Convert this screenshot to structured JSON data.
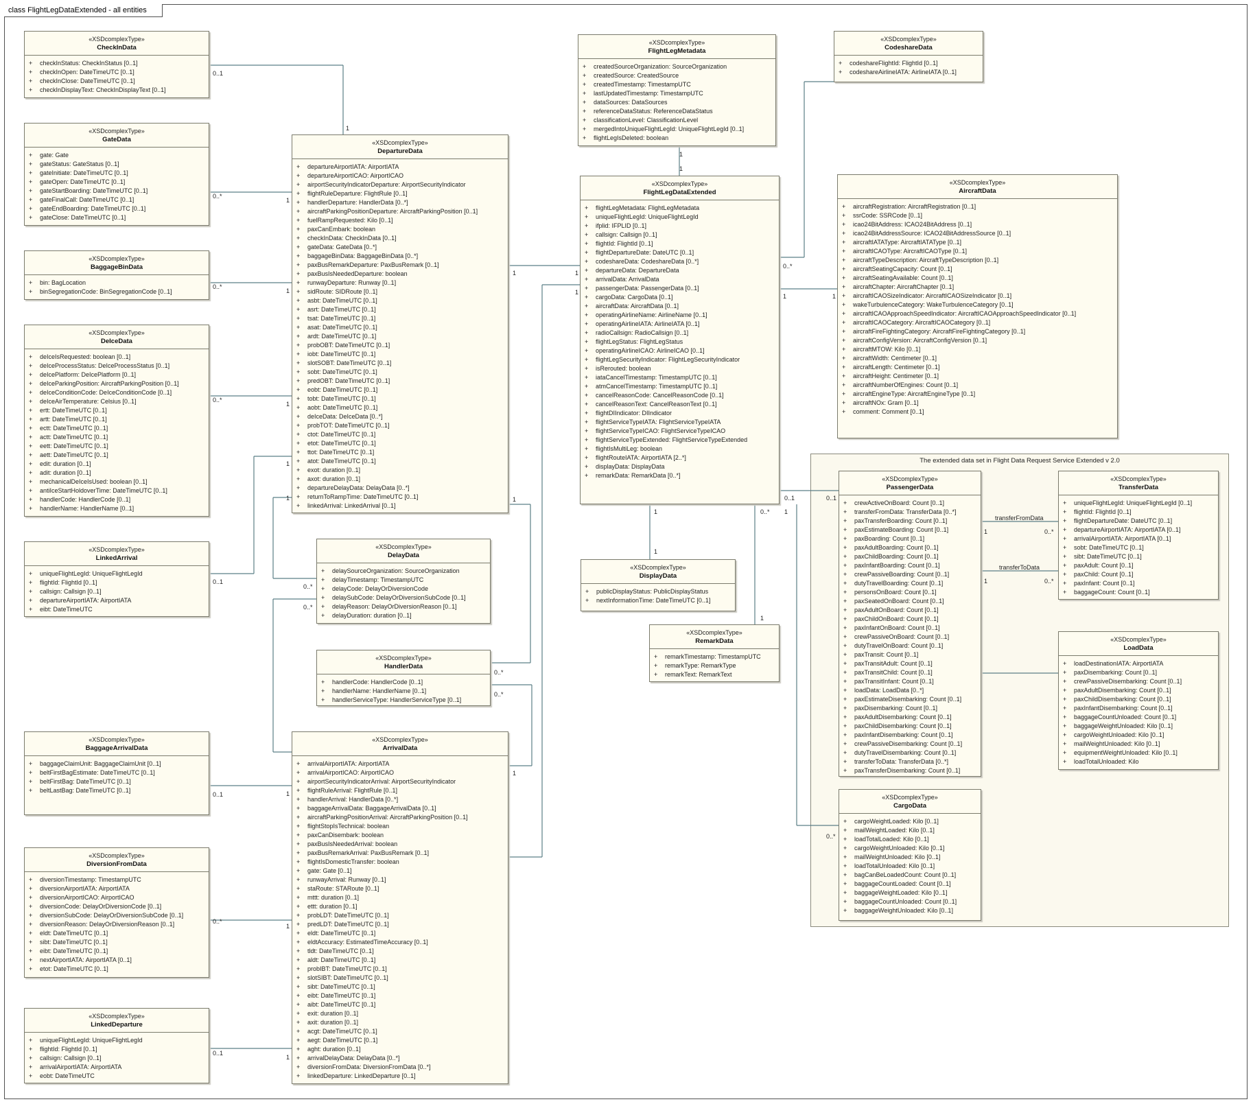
{
  "frame_title": "class FlightLegDataExtended - all entities",
  "group_title": "The extended data set in Flight Data Request Service Extended v 2.0",
  "stereotype": "«XSDcomplexType»",
  "classes": [
    {
      "id": "checkin",
      "name": "CheckInData",
      "attrs": [
        "checkInStatus: CheckInStatus [0..1]",
        "checkInOpen: DateTimeUTC [0..1]",
        "checkInClose: DateTimeUTC [0..1]",
        "checkInDisplayText: CheckInDisplayText [0..1]"
      ]
    },
    {
      "id": "gate",
      "name": "GateData",
      "attrs": [
        "gate: Gate",
        "gateStatus: GateStatus [0..1]",
        "gateInitiate: DateTimeUTC [0..1]",
        "gateOpen: DateTimeUTC [0..1]",
        "gateStartBoarding: DateTimeUTC [0..1]",
        "gateFinalCall: DateTimeUTC [0..1]",
        "gateEndBoarding: DateTimeUTC [0..1]",
        "gateClose: DateTimeUTC [0..1]"
      ]
    },
    {
      "id": "baggagebin",
      "name": "BaggageBinData",
      "attrs": [
        "bin: BagLocation",
        "binSegregationCode: BinSegregationCode [0..1]"
      ]
    },
    {
      "id": "deice",
      "name": "DeIceData",
      "attrs": [
        "deIceIsRequested: boolean [0..1]",
        "deIceProcessStatus: DeIceProcessStatus [0..1]",
        "deIcePlatform: DeIcePlatform [0..1]",
        "deIceParkingPosition: AircraftParkingPosition [0..1]",
        "deIceConditionCode: DeIceConditionCode [0..1]",
        "deIceAirTemperature: Celsius [0..1]",
        "ertt: DateTimeUTC [0..1]",
        "artt: DateTimeUTC [0..1]",
        "ectt: DateTimeUTC [0..1]",
        "actt: DateTimeUTC [0..1]",
        "eett: DateTimeUTC [0..1]",
        "aett: DateTimeUTC [0..1]",
        "edit: duration [0..1]",
        "adit: duration [0..1]",
        "mechanicalDeIceIsUsed: boolean [0..1]",
        "antiIceStartHoldoverTime: DateTimeUTC [0..1]",
        "handlerCode: HandlerCode [0..1]",
        "handlerName: HandlerName [0..1]"
      ]
    },
    {
      "id": "linkedarrival",
      "name": "LinkedArrival",
      "attrs": [
        "uniqueFlightLegId: UniqueFlightLegId",
        "flightId: FlightId [0..1]",
        "callsign: Callsign [0..1]",
        "departureAirportIATA: AirportIATA",
        "eibt: DateTimeUTC"
      ]
    },
    {
      "id": "baggagearrival",
      "name": "BaggageArrivalData",
      "attrs": [
        "baggageClaimUnit: BaggageClaimUnit [0..1]",
        "beltFirstBagEstimate: DateTimeUTC [0..1]",
        "beltFirstBag: DateTimeUTC [0..1]",
        "beltLastBag: DateTimeUTC [0..1]"
      ]
    },
    {
      "id": "diversion",
      "name": "DiversionFromData",
      "attrs": [
        "diversionTimestamp: TimestampUTC",
        "diversionAirportIATA: AirportIATA",
        "diversionAirportICAO: AirportICAO",
        "diversionCode: DelayOrDiversionCode [0..1]",
        "diversionSubCode: DelayOrDiversionSubCode [0..1]",
        "diversionReason: DelayOrDiversionReason [0..1]",
        "eldt: DateTimeUTC [0..1]",
        "sibt: DateTimeUTC [0..1]",
        "eibt: DateTimeUTC [0..1]",
        "nextAirportIATA: AirportIATA [0..1]",
        "etot: DateTimeUTC [0..1]"
      ]
    },
    {
      "id": "linkeddeparture",
      "name": "LinkedDeparture",
      "attrs": [
        "uniqueFlightLegId: UniqueFlightLegId",
        "flightId: FlightId [0..1]",
        "callsign: Callsign [0..1]",
        "arrivalAirportIATA: AirportIATA",
        "eobt: DateTimeUTC"
      ]
    },
    {
      "id": "departure",
      "name": "DepartureData",
      "attrs": [
        "departureAirportIATA: AirportIATA",
        "departureAirportICAO: AirportICAO",
        "airportSecurityIndicatorDeparture: AirportSecurityIndicator",
        "flightRuleDeparture: FlightRule [0..1]",
        "handlerDeparture: HandlerData [0..*]",
        "aircraftParkingPositionDeparture: AircraftParkingPosition [0..1]",
        "fuelRampRequested: Kilo [0..1]",
        "paxCanEmbark: boolean",
        "checkInData: CheckInData [0..1]",
        "gateData: GateData [0..*]",
        "baggageBinData: BaggageBinData [0..*]",
        "paxBusRemarkDeparture: PaxBusRemark [0..1]",
        "paxBusIsNeededDeparture: boolean",
        "runwayDeparture: Runway [0..1]",
        "sidRoute: SIDRoute [0..1]",
        "asbt: DateTimeUTC [0..1]",
        "asrt: DateTimeUTC [0..1]",
        "tsat: DateTimeUTC [0..1]",
        "asat: DateTimeUTC [0..1]",
        "ardt: DateTimeUTC [0..1]",
        "probOBT: DateTimeUTC [0..1]",
        "iobt: DateTimeUTC [0..1]",
        "slotSOBT: DateTimeUTC [0..1]",
        "sobt: DateTimeUTC [0..1]",
        "predOBT: DateTimeUTC [0..1]",
        "eobt: DateTimeUTC [0..1]",
        "tobt: DateTimeUTC [0..1]",
        "aobt: DateTimeUTC [0..1]",
        "deIceData: DeIceData [0..*]",
        "probTOT: DateTimeUTC [0..1]",
        "ctot: DateTimeUTC [0..1]",
        "etot: DateTimeUTC [0..1]",
        "ttot: DateTimeUTC [0..1]",
        "atot: DateTimeUTC [0..1]",
        "exot: duration [0..1]",
        "axot: duration [0..1]",
        "departureDelayData: DelayData [0..*]",
        "returnToRampTime: DateTimeUTC [0..1]",
        "linkedArrival: LinkedArrival [0..1]"
      ]
    },
    {
      "id": "delay",
      "name": "DelayData",
      "attrs": [
        "delaySourceOrganization: SourceOrganization",
        "delayTimestamp: TimestampUTC",
        "delayCode: DelayOrDiversionCode",
        "delaySubCode: DelayOrDiversionSubCode [0..1]",
        "delayReason: DelayOrDiversionReason [0..1]",
        "delayDuration: duration [0..1]"
      ]
    },
    {
      "id": "handler",
      "name": "HandlerData",
      "attrs": [
        "handlerCode: HandlerCode [0..1]",
        "handlerName: HandlerName [0..1]",
        "handlerServiceType: HandlerServiceType [0..1]"
      ]
    },
    {
      "id": "arrival",
      "name": "ArrivalData",
      "attrs": [
        "arrivalAirportIATA: AirportIATA",
        "arrivalAirportICAO: AirportICAO",
        "airportSecurityIndicatorArrival: AirportSecurityIndicator",
        "flightRuleArrival: FlightRule [0..1]",
        "handlerArrival: HandlerData [0..*]",
        "baggageArrivalData: BaggageArrivalData [0..1]",
        "aircraftParkingPositionArrival: AircraftParkingPosition [0..1]",
        "flightStopIsTechnical: boolean",
        "paxCanDisembark: boolean",
        "paxBusIsNeededArrival: boolean",
        "paxBusRemarkArrival: PaxBusRemark [0..1]",
        "flightIsDomesticTransfer: boolean",
        "gate: Gate [0..1]",
        "runwayArrival: Runway [0..1]",
        "staRoute: STARoute [0..1]",
        "mttt: duration [0..1]",
        "ettt: duration [0..1]",
        "probLDT: DateTimeUTC [0..1]",
        "predLDT: DateTimeUTC [0..1]",
        "eldt: DateTimeUTC [0..1]",
        "eldtAccuracy: EstimatedTimeAccuracy [0..1]",
        "tldt: DateTimeUTC [0..1]",
        "aldt: DateTimeUTC [0..1]",
        "probIBT: DateTimeUTC [0..1]",
        "slotSIBT: DateTimeUTC [0..1]",
        "sibt: DateTimeUTC [0..1]",
        "eibt: DateTimeUTC [0..1]",
        "aibt: DateTimeUTC [0..1]",
        "exit: duration [0..1]",
        "axit: duration [0..1]",
        "acgt: DateTimeUTC [0..1]",
        "aegt: DateTimeUTC [0..1]",
        "aght: duration [0..1]",
        "arrivalDelayData: DelayData [0..*]",
        "diversionFromData: DiversionFromData [0..*]",
        "linkedDeparture: LinkedDeparture [0..1]"
      ]
    },
    {
      "id": "metadata",
      "name": "FlightLegMetadata",
      "attrs": [
        "createdSourceOrganization: SourceOrganization",
        "createdSource: CreatedSource",
        "createdTimestamp: TimestampUTC",
        "lastUpdatedTimestamp: TimestampUTC",
        "dataSources: DataSources",
        "referenceDataStatus: ReferenceDataStatus",
        "classificationLevel: ClassificationLevel",
        "mergedIntoUniqueFlightLegId: UniqueFlightLegId [0..1]",
        "flightLegIsDeleted: boolean"
      ]
    },
    {
      "id": "extended",
      "name": "FlightLegDataExtended",
      "attrs": [
        "flightLegMetadata: FlightLegMetadata",
        "uniqueFlightLegId: UniqueFlightLegId",
        "ifplid: IFPLID [0..1]",
        "callsign: Callsign [0..1]",
        "flightId: FlightId [0..1]",
        "flightDepartureDate: DateUTC [0..1]",
        "codeshareData: CodeshareData [0..*]",
        "departureData: DepartureData",
        "arrivalData: ArrivalData",
        "passengerData: PassengerData [0..1]",
        "cargoData: CargoData [0..1]",
        "aircraftData: AircraftData [0..1]",
        "operatingAirlineName: AirlineName [0..1]",
        "operatingAirlineIATA: AirlineIATA [0..1]",
        "radioCallsign: RadioCallsign [0..1]",
        "flightLegStatus: FlightLegStatus",
        "operatingAirlineICAO: AirlineICAO [0..1]",
        "flightLegSecurityIndicator: FlightLegSecurityIndicator",
        "isRerouted: boolean",
        "iataCancelTimestamp: TimestampUTC [0..1]",
        "atmCancelTimestamp: TimestampUTC [0..1]",
        "cancelReasonCode: CancelReasonCode [0..1]",
        "cancelReasonText: CancelReasonText [0..1]",
        "flightDIIndicator: DIIndicator",
        "flightServiceTypeIATA: FlightServiceTypeIATA",
        "flightServiceTypeICAO: FlightServiceTypeICAO",
        "flightServiceTypeExtended: FlightServiceTypeExtended",
        "flightIsMultiLeg: boolean",
        "flightRouteIATA: AirportIATA [2..*]",
        "displayData: DisplayData",
        "remarkData: RemarkData [0..*]"
      ]
    },
    {
      "id": "display",
      "name": "DisplayData",
      "attrs": [
        "publicDisplayStatus: PublicDisplayStatus",
        "nextInformationTime: DateTimeUTC [0..1]"
      ]
    },
    {
      "id": "remark",
      "name": "RemarkData",
      "attrs": [
        "remarkTimestamp: TimestampUTC",
        "remarkType: RemarkType",
        "remarkText: RemarkText"
      ]
    },
    {
      "id": "codeshare",
      "name": "CodeshareData",
      "attrs": [
        "codeshareFlightId: FlightId [0..1]",
        "codeshareAirlineIATA: AirlineIATA [0..1]"
      ]
    },
    {
      "id": "aircraft",
      "name": "AircraftData",
      "attrs": [
        "aircraftRegistration: AircraftRegistration [0..1]",
        "ssrCode: SSRCode [0..1]",
        "icao24BitAddress: ICAO24BitAddress [0..1]",
        "icao24BitAddressSource: ICAO24BitAddressSource [0..1]",
        "aircraftIATAType: AircraftIATAType [0..1]",
        "aircraftICAOType: AircraftICAOType [0..1]",
        "aircraftTypeDescription: AircraftTypeDescription [0..1]",
        "aircraftSeatingCapacity: Count [0..1]",
        "aircraftSeatingAvailable: Count [0..1]",
        "aircraftChapter: AircraftChapter [0..1]",
        "aircraftICAOSizeIndicator: AircraftICAOSizeIndicator [0..1]",
        "wakeTurbulenceCategory: WakeTurbulenceCategory [0..1]",
        "aircraftICAOApproachSpeedIndicator: AircraftICAOApproachSpeedIndicator [0..1]",
        "aircraftICAOCategory: AircraftICAOCategory [0..1]",
        "aircraftFireFightingCategory: AircraftFireFightingCategory [0..1]",
        "aircraftConfigVersion: AircraftConfigVersion [0..1]",
        "aircraftMTOW: Kilo [0..1]",
        "aircraftWidth: Centimeter [0..1]",
        "aircraftLength: Centimeter [0..1]",
        "aircraftHeight: Centimeter [0..1]",
        "aircraftNumberOfEngines: Count [0..1]",
        "aircraftEngineType: AircraftEngineType [0..1]",
        "aircraftNOx: Gram [0..1]",
        "comment: Comment [0..1]"
      ]
    },
    {
      "id": "passenger",
      "name": "PassengerData",
      "attrs": [
        "crewActiveOnBoard: Count [0..1]",
        "transferFromData: TransferData [0..*]",
        "paxTransferBoarding: Count [0..1]",
        "paxEstimateBoarding: Count [0..1]",
        "paxBoarding: Count [0..1]",
        "paxAdultBoarding: Count [0..1]",
        "paxChildBoarding: Count [0..1]",
        "paxInfantBoarding: Count [0..1]",
        "crewPassiveBoarding: Count [0..1]",
        "dutyTravelBoarding: Count [0..1]",
        "personsOnBoard: Count [0..1]",
        "paxSeatedOnBoard: Count [0..1]",
        "paxAdultOnBoard: Count [0..1]",
        "paxChildOnBoard: Count [0..1]",
        "paxInfantOnBoard: Count [0..1]",
        "crewPassiveOnBoard: Count [0..1]",
        "dutyTravelOnBoard: Count [0..1]",
        "paxTransit: Count [0..1]",
        "paxTransitAdult: Count [0..1]",
        "paxTransitChild: Count [0..1]",
        "paxTransitInfant: Count [0..1]",
        "loadData: LoadData [0..*]",
        "paxEstimateDisembarking: Count [0..1]",
        "paxDisembarking: Count [0..1]",
        "paxAdultDisembarking: Count [0..1]",
        "paxChildDisembarking: Count [0..1]",
        "paxInfantDisembarking: Count [0..1]",
        "crewPassiveDisembarking: Count [0..1]",
        "dutyTravelDisembarking: Count [0..1]",
        "transferToData: TransferData [0..*]",
        "paxTransferDisembarking: Count [0..1]"
      ]
    },
    {
      "id": "transfer",
      "name": "TransferData",
      "attrs": [
        "uniqueFlightLegId: UniqueFlightLegId [0..1]",
        "flightId: FlightId [0..1]",
        "flightDepartureDate: DateUTC [0..1]",
        "departureAirportIATA: AirportIATA [0..1]",
        "arrivalAirportIATA: AirportIATA [0..1]",
        "sobt: DateTimeUTC [0..1]",
        "sibt: DateTimeUTC [0..1]",
        "paxAdult: Count [0..1]",
        "paxChild: Count [0..1]",
        "paxInfant: Count [0..1]",
        "baggageCount: Count [0..1]"
      ]
    },
    {
      "id": "load",
      "name": "LoadData",
      "attrs": [
        "loadDestinationIATA: AirportIATA",
        "paxDisembarking: Count [0..1]",
        "crewPassiveDisembarking: Count [0..1]",
        "paxAdultDisembarking: Count [0..1]",
        "paxChildDisembarking: Count [0..1]",
        "paxInfantDisembarking: Count [0..1]",
        "baggageCountUnloaded: Count [0..1]",
        "baggageWeightUnloaded: Kilo [0..1]",
        "cargoWeightUnloaded: Kilo [0..1]",
        "mailWeightUnloaded: Kilo [0..1]",
        "equipmentWeightUnloaded: Kilo [0..1]",
        "loadTotalUnloaded: Kilo"
      ]
    },
    {
      "id": "cargo",
      "name": "CargoData",
      "attrs": [
        "cargoWeightLoaded: Kilo [0..1]",
        "mailWeightLoaded: Kilo [0..1]",
        "loadTotalLoaded: Kilo [0..1]",
        "cargoWeightUnloaded: Kilo [0..1]",
        "mailWeightUnloaded: Kilo [0..1]",
        "loadTotalUnloaded: Kilo [0..1]",
        "bagCanBeLoadedCount: Count [0..1]",
        "baggageCountLoaded: Count [0..1]",
        "baggageWeightLoaded: Kilo [0..1]",
        "baggageCountUnloaded: Count [0..1]",
        "baggageWeightUnloaded: Kilo [0..1]"
      ]
    }
  ],
  "multiplicities": [
    "0..1",
    "1",
    "0..*",
    "1",
    "0..*",
    "1",
    "0..*",
    "1",
    "0..1",
    "1",
    "0..1",
    "1",
    "0..*",
    "1",
    "0..1",
    "1",
    "0..*",
    "0..*",
    "1",
    "0..*",
    "0..*",
    "1",
    "1",
    "1",
    "1",
    "1",
    "1",
    "1",
    "0..*",
    "1",
    "1",
    "1",
    "1",
    "0..*",
    "1",
    "0..1",
    "0..1",
    "1",
    "0..*",
    "1",
    "0..*",
    "1",
    "0..*"
  ],
  "edge_labels": [
    "transferFromData",
    "transferToData"
  ]
}
